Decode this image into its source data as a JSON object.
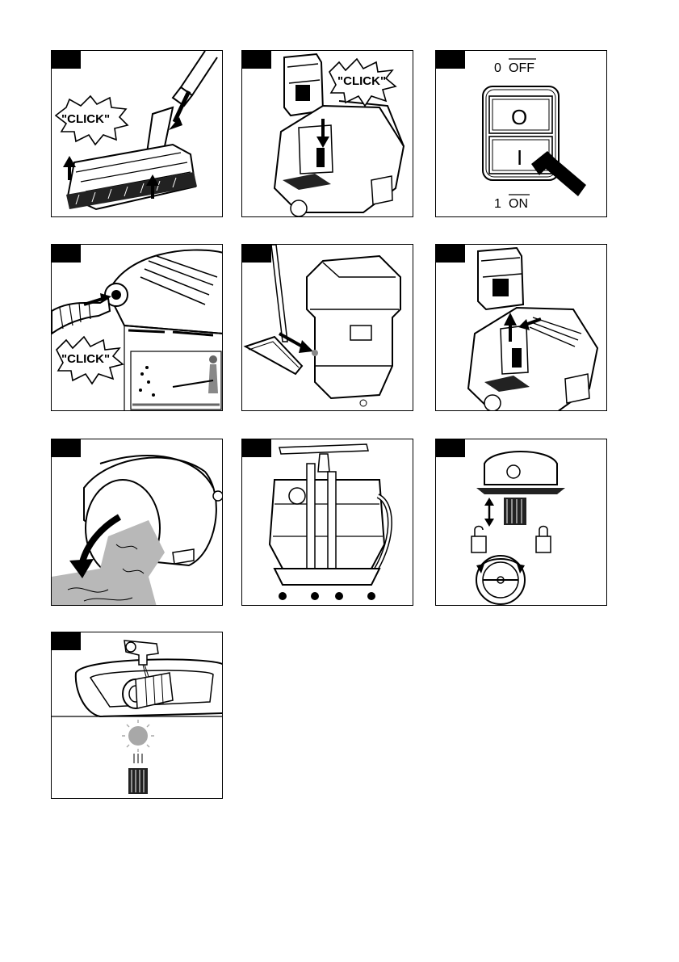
{
  "panels": {
    "p1": {
      "click_label": "\"CLICK\""
    },
    "p2": {
      "click_label": "\"CLICK\""
    },
    "p3": {
      "off_number": "0",
      "off_label": "OFF",
      "btn_o": "O",
      "btn_i": "I",
      "on_number": "1",
      "on_label": "ON"
    },
    "p4": {
      "click_label": "\"CLICK\""
    }
  },
  "icons": [
    "vacuum-nozzle-icon",
    "battery-icon",
    "power-switch-icon",
    "hose-connector-icon",
    "floor-nozzle-icon",
    "battery-removal-icon",
    "container-empty-icon",
    "accessory-storage-icon",
    "filter-lock-icon",
    "filter-clean-icon",
    "sun-icon",
    "lock-open-icon",
    "lock-closed-icon"
  ],
  "colors": {
    "ink": "#000000",
    "paper": "#ffffff",
    "dust": "#b8b8b8",
    "sun": "#a8a8a8"
  }
}
